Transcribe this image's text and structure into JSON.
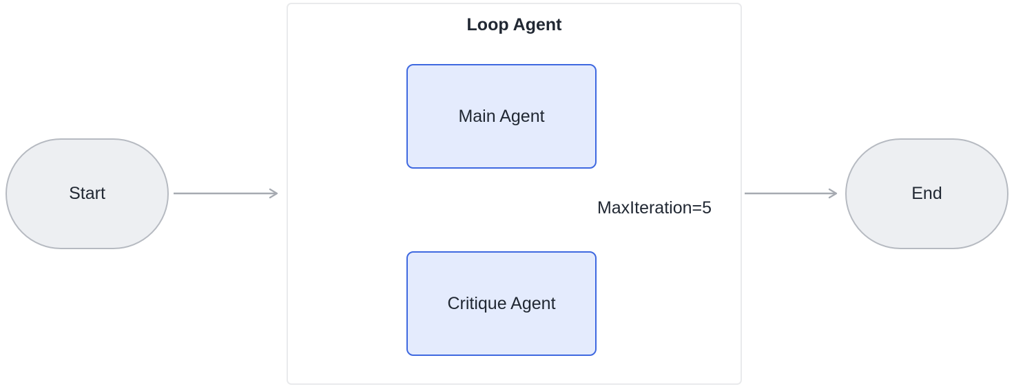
{
  "diagram": {
    "container": {
      "title": "Loop Agent"
    },
    "nodes": {
      "start": {
        "label": "Start",
        "type": "terminal"
      },
      "main_agent": {
        "label": "Main Agent",
        "type": "agent"
      },
      "critique_agent": {
        "label": "Critique Agent",
        "type": "agent"
      },
      "end": {
        "label": "End",
        "type": "terminal"
      }
    },
    "edges": [
      {
        "from": "start",
        "to": "loop-agent-container",
        "label": ""
      },
      {
        "from": "main-agent",
        "to": "critique-agent",
        "label": ""
      },
      {
        "from": "critique-agent",
        "to": "main-agent",
        "label": "MaxIteration=5"
      },
      {
        "from": "loop-agent-container",
        "to": "end",
        "label": ""
      }
    ]
  },
  "colors": {
    "canvas-bg": "#ffffff",
    "terminal-fill": "#edeff2",
    "terminal-border": "#b6bac1",
    "container-border": "#e9eaec",
    "agent-fill": "#e4ebfd",
    "agent-border": "#3e68e0",
    "arrow": "#a6aab1",
    "text": "#212833"
  }
}
